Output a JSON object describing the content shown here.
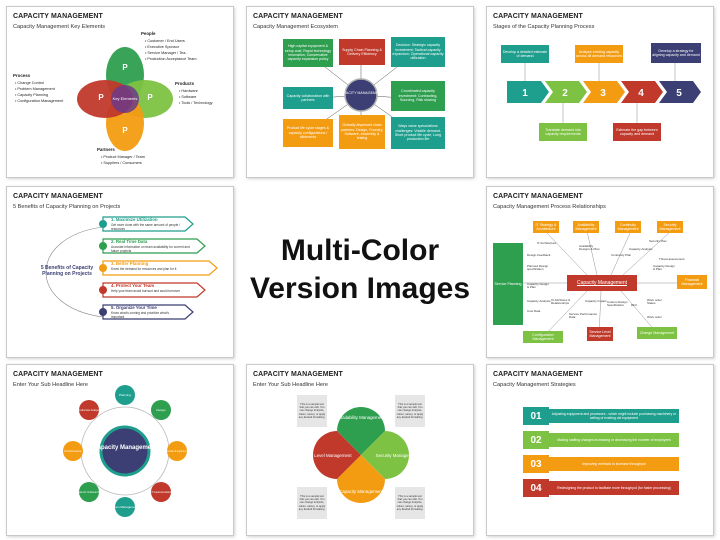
{
  "center": {
    "line1": "Multi-Color",
    "line2": "Version Images"
  },
  "slides": {
    "s1": {
      "title": "CAPACITY MANAGEMENT",
      "subtitle": "Capacity Management Key Elements",
      "center_label": "Key Elements",
      "petal_p": "P",
      "petal_labels": [
        "People",
        "Products",
        "Partners",
        "Process"
      ],
      "people_head": "People",
      "people": [
        "Customer / End Users",
        "Executive Sponsor",
        "Service Manager / Tea..",
        "Production Acceptance Team"
      ],
      "process_head": "Process",
      "process": [
        "Change Control",
        "Problem Management",
        "Capacity Planning",
        "Configuration Management"
      ],
      "products_head": "Products",
      "products": [
        "Hardware",
        "Software",
        "Tools / Technology"
      ],
      "partners_head": "Partners",
      "partners": [
        "Product Manager / Team",
        "Suppliers / Consumers"
      ]
    },
    "s2": {
      "title": "CAPACITY MANAGEMENT",
      "subtitle": "Capacity Management Ecosystem",
      "hub": "CAPACITY MANAGEMENT",
      "boxes": [
        "High capital equipment & setup cost; Rapid technology innovation; Conservative capacity expansion policy",
        "Supply Chain Planning & Delivery Efficiency",
        "Decision: Strategic capacity investment; Tactical capacity expansion; Operational capacity utilization",
        "Capacity collaboration with partners",
        "Coordinated capacity investment: Contracting, Sourcing, Risk sharing",
        "Product life cycle stages & capacity configurations / allotments",
        "Globally dispersed chain partners: Design, Foundry, Software, Assembly & testing",
        "Ways value speculations challenges: Volatile demand, Short product life cycle, Long production life"
      ]
    },
    "s3": {
      "title": "CAPACITY MANAGEMENT",
      "subtitle": "Stages of the Capacity Planning Process",
      "steps": [
        "1",
        "2",
        "3",
        "4",
        "5"
      ],
      "top_notes": [
        "Develop a detailed estimate of demand",
        "Analyse existing capacity across all demand resources",
        "Develop a strategy for aligning capacity and demand"
      ],
      "bottom_notes": [
        "Translate demand into capacity requirements",
        "Estimate the gap between capacity and demand"
      ]
    },
    "s4": {
      "title": "CAPACITY MANAGEMENT",
      "subtitle": "5 Benefits of Capacity Planning on Projects",
      "left_label": "5 Benefits of Capacity Planning on Projects",
      "items": [
        {
          "head": "1. Maximize Utilization",
          "text": "Get more done with the same amount of people / resources"
        },
        {
          "head": "2. Real Time Data",
          "text": "Accurate information on team availability for current and future projects"
        },
        {
          "head": "3. Better Planning",
          "text": "Know the demand for resources and plan for it"
        },
        {
          "head": "4. Protect Your Team",
          "text": "Help your team avoid burnout and avoid turnover"
        },
        {
          "head": "5. Organize Your Time",
          "text": "Know what's coming and prioritize what's important"
        }
      ]
    },
    "s5": {
      "title": "CAPACITY MANAGEMENT",
      "subtitle": "Capacity Management Process Relationships",
      "center": "Capacity Management",
      "left_bar": "Service Planning",
      "top_boxes": [
        "IT Strategy & Architecture",
        "Availability Management",
        "Continuity Management",
        "Security Management"
      ],
      "right_box": "Financial Management",
      "bottom_boxes": [
        "Configuration Management",
        "Service Level Management",
        "Change Management"
      ],
      "labels": [
        "IT Architecture",
        "Design Feedback",
        "Availability Designs & Plan",
        "Continuity Plan",
        "Capacity Analysis",
        "Security Plan",
        "Threat assessment",
        "Planned Design specification",
        "Capacity Design & Plan",
        "Capacity Design & Plan",
        "Capacity Analysis",
        "Cost Data",
        "CI Attributes & Relationships",
        "Capacity Impact",
        "Service Performance Data",
        "Custom Design Specification",
        "RFC",
        "Work order Status",
        "Work order"
      ]
    },
    "s6": {
      "title": "CAPACITY MANAGEMENT",
      "subtitle": "Enter Your Sub Headline Here",
      "hub": "Capacity Management",
      "nodes": [
        "Planning",
        "Design",
        "Construction & Implementation",
        "IT Implementation",
        "Team Management",
        "Uses for Outsourcing",
        "Performance",
        "Productive Analysis"
      ]
    },
    "s7": {
      "title": "CAPACITY MANAGEMENT",
      "subtitle": "Enter Your Sub Headline Here",
      "petals": [
        "Availability Management",
        "Security Management",
        "Capacity Management",
        "Service Level Management"
      ],
      "note": "This is a sample text that you can edit. You can change font(size, colour, name), or apply any desired formatting."
    },
    "s8": {
      "title": "CAPACITY MANAGEMENT",
      "subtitle": "Capacity Management Strategies",
      "rows": [
        {
          "num": "01",
          "text": "Adjusting equipment and processes - which might include purchasing machinery or selling of existing old equipment"
        },
        {
          "num": "02",
          "text": "Making staffing changes increasing or decreasing the number of employees"
        },
        {
          "num": "03",
          "text": "Improving methods to increase throughput"
        },
        {
          "num": "04",
          "text": "Redesigning the product to facilitate more throughput (for faster processing)"
        }
      ]
    }
  },
  "colors": {
    "red": "#c0392b",
    "green": "#2e9e4f",
    "teal": "#1e9e8c",
    "orange": "#f39c12",
    "navy": "#3b3f73"
  }
}
